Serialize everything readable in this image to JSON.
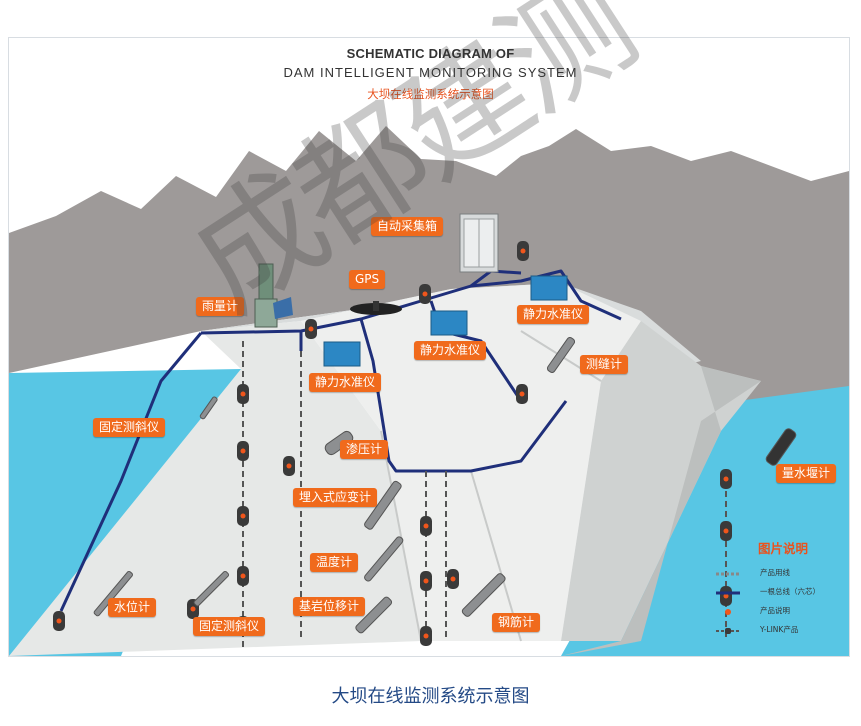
{
  "header": {
    "title_en_1": "SCHEMATIC DIAGRAM OF",
    "title_en_2": "DAM INTELLIGENT MONITORING SYSTEM",
    "title_zh": "大坝在线监测系统示意图"
  },
  "labels": {
    "auto_collector": "自动采集箱",
    "gps": "GPS",
    "rain_gauge": "雨量计",
    "static_level_1": "静力水准仪",
    "static_level_2": "静力水准仪",
    "static_level_3": "静力水准仪",
    "crack_meter": "测缝计",
    "fixed_inclinometer_1": "固定测斜仪",
    "piezometer": "渗压计",
    "embedded_strain_gauge": "埋入式应变计",
    "thermometer": "温度计",
    "bedrock_displacement": "基岩位移计",
    "water_level_meter": "水位计",
    "fixed_inclinometer_2": "固定测斜仪",
    "rebar_meter": "钢筋计",
    "weir_flow_meter": "量水堰计"
  },
  "legend": {
    "title": "图片说明",
    "items": [
      {
        "text": "产品用线",
        "symbol": "dashed-line"
      },
      {
        "text": "一根总线（六芯）",
        "symbol": "bus-line"
      },
      {
        "text": "产品说明",
        "symbol": "orange-dot"
      },
      {
        "text": "Y-LINK产品",
        "symbol": "y-link-node"
      }
    ]
  },
  "watermark": "成都建测",
  "caption": "大坝在线监测系统示意图",
  "colors": {
    "label_bg": "#f06a1c",
    "bus_line": "#1f2f7a",
    "water": "#58c6e4",
    "mountain": "#9e9a99",
    "dam_surface": "#e9ebea",
    "node": "#3a3a3a",
    "node_dot": "#f0561c",
    "caption": "#244a86"
  }
}
